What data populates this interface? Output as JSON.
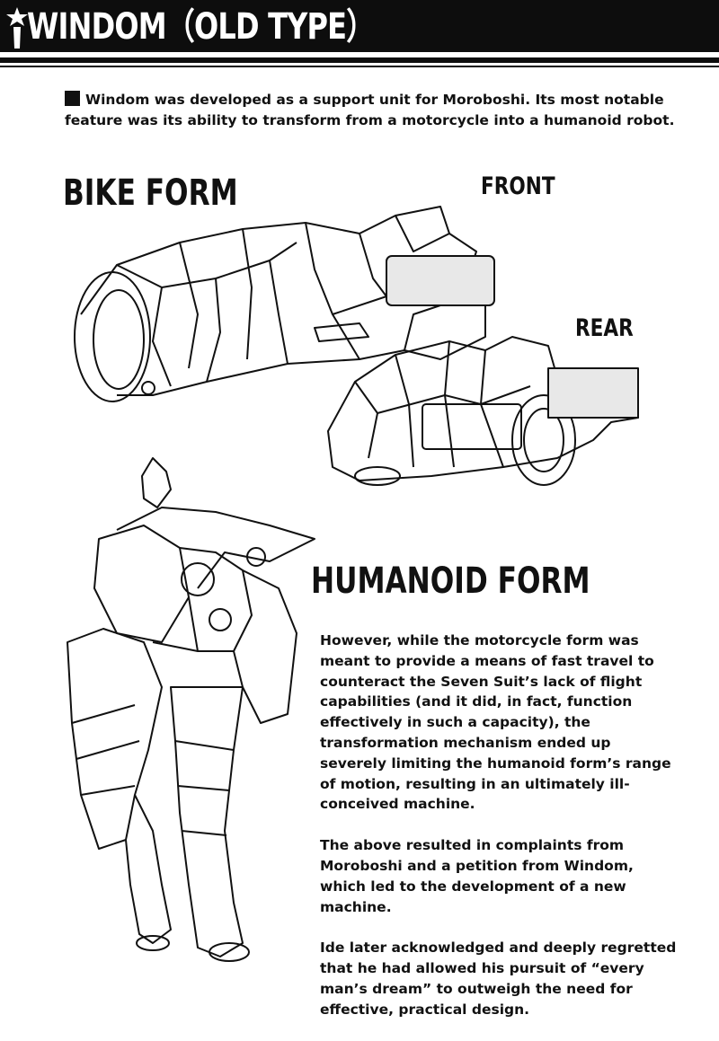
{
  "header": {
    "title": "WINDOM（OLD TYPE）",
    "icon": "star-icon"
  },
  "intro": {
    "icon": "black-square-icon",
    "text": "Windom was developed as a support unit for Moroboshi. Its most notable feature was its ability to transform from a motorcycle into a humanoid robot."
  },
  "labels": {
    "bike_form": "BIKE FORM",
    "front": "FRONT",
    "rear": "REAR",
    "humanoid_form": "HUMANOID FORM"
  },
  "body": {
    "paragraphs": [
      "However, while the motorcycle form was meant to provide a means of fast travel to counteract the Seven Suit’s lack of flight capabilities (and it did, in fact, function effectively in such a capacity), the transformation mechanism ended up severely limiting the humanoid form’s range of motion, resulting in an ultimately ill-conceived machine.",
      "The above resulted in complaints from Moroboshi and a petition from Windom, which led to the development of a new machine.",
      "Ide later acknowledged and deeply regretted that he had allowed his pursuit of “every man’s dream” to outweigh the need for effective, practical design."
    ]
  },
  "colors": {
    "ink": "#111111",
    "paper": "#ffffff",
    "header": "#0d0d0d"
  }
}
